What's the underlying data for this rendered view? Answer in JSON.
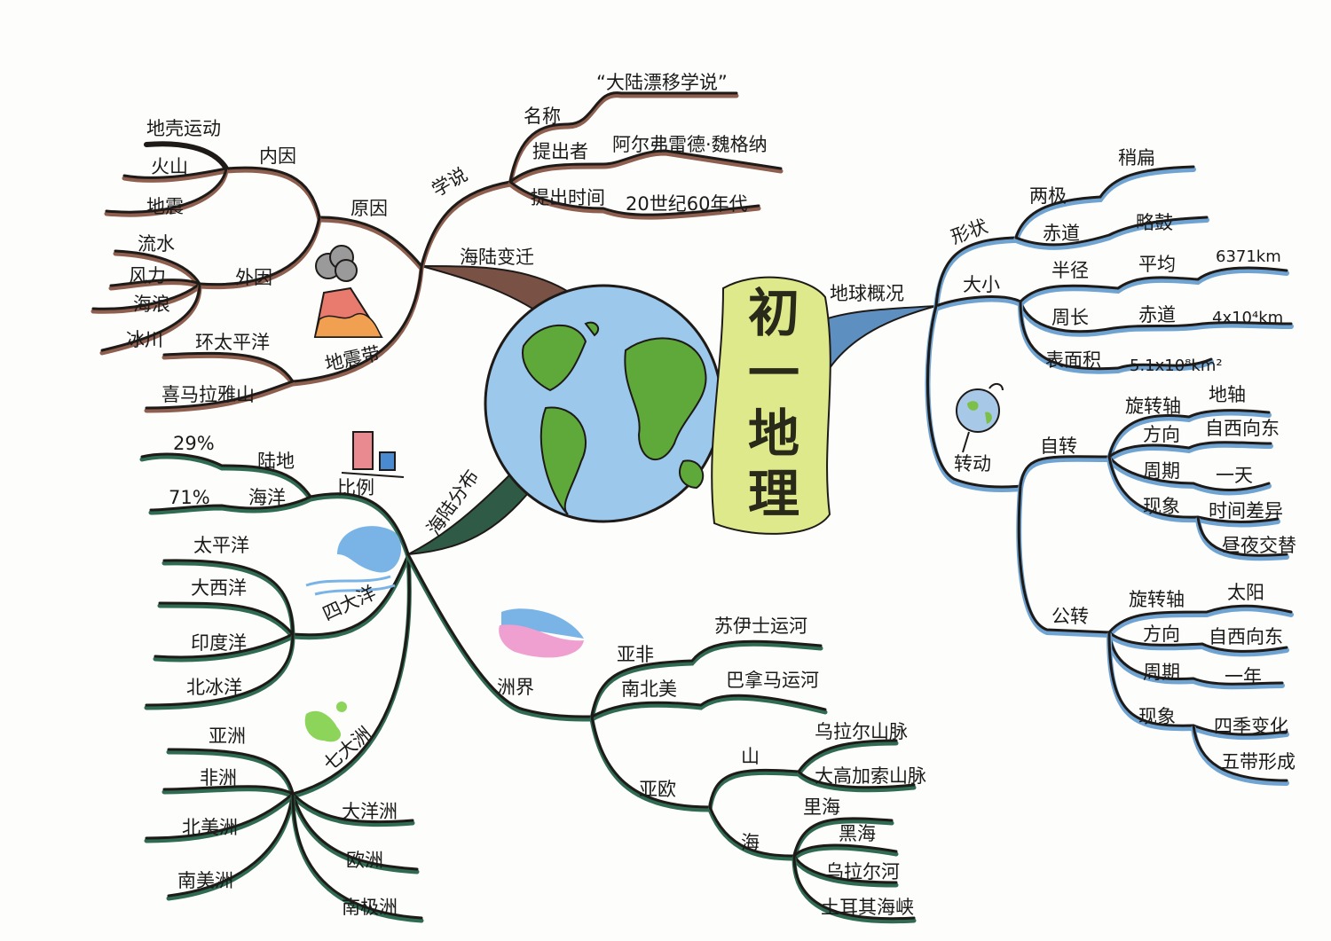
{
  "title": {
    "chars": [
      "初",
      "一",
      "地",
      "理"
    ],
    "text": "初一地理",
    "box_color": "#dde98a"
  },
  "colors": {
    "brown": "#8e5e4e",
    "blue": "#6fa3d2",
    "green": "#2f6b52",
    "globe_ocean": "#8fc0e8",
    "globe_land": "#5fa83a"
  },
  "sea_land_change": {
    "label": "海陆变迁",
    "theory": {
      "label": "学说",
      "name_label": "名称",
      "name_value": "“大陆漂移学说”",
      "proposer_label": "提出者",
      "proposer_value": "阿尔弗雷德·魏格纳",
      "time_label": "提出时间",
      "time_value": "20世纪60年代"
    },
    "cause": {
      "label": "原因",
      "internal": {
        "label": "内因",
        "items": [
          "地壳运动",
          "火山",
          "地震"
        ]
      },
      "external": {
        "label": "外因",
        "items": [
          "流水",
          "风力",
          "海浪",
          "冰川"
        ]
      }
    },
    "seismic_belt": {
      "label": "地震带",
      "items": [
        "环太平洋",
        "喜马拉雅山"
      ]
    }
  },
  "earth_overview": {
    "label": "地球概况",
    "shape": {
      "label": "形状",
      "poles": "两极",
      "poles_value": "稍扁",
      "equator": "赤道",
      "equator_value": "略鼓"
    },
    "size": {
      "label": "大小",
      "radius": "半径",
      "radius_sub": "平均",
      "radius_value": "6371km",
      "circumference": "周长",
      "circumference_sub": "赤道",
      "circumference_value": "4x10⁴km",
      "area": "表面积",
      "area_value": "5.1x10⁸km²"
    },
    "motion": {
      "label": "转动",
      "rotation": {
        "label": "自转",
        "axis": "旋转轴",
        "axis_value": "地轴",
        "direction": "方向",
        "direction_value": "自西向东",
        "period": "周期",
        "period_value": "一天",
        "phenomena": "现象",
        "phenomena_values": [
          "时间差异",
          "昼夜交替"
        ]
      },
      "revolution": {
        "label": "公转",
        "axis": "旋转轴",
        "axis_value": "太阳",
        "direction": "方向",
        "direction_value": "自西向东",
        "period": "周期",
        "period_value": "一年",
        "phenomena": "现象",
        "phenomena_values": [
          "四季变化",
          "五带形成"
        ]
      }
    }
  },
  "sea_land_distribution": {
    "label": "海陆分布",
    "ratio": {
      "label": "比例",
      "land": "陆地",
      "land_value": "29%",
      "ocean": "海洋",
      "ocean_value": "71%"
    },
    "oceans": {
      "label": "四大洋",
      "items": [
        "太平洋",
        "大西洋",
        "印度洋",
        "北冰洋"
      ]
    },
    "continents": {
      "label": "七大洲",
      "items": [
        "亚洲",
        "非洲",
        "北美洲",
        "南美洲",
        "大洋洲",
        "欧洲",
        "南极洲"
      ]
    },
    "boundaries": {
      "label": "洲界",
      "asia_africa": "亚非",
      "asia_africa_value": "苏伊士运河",
      "americas": "南北美",
      "americas_value": "巴拿马运河",
      "eurasia": {
        "label": "亚欧",
        "mountains": "山",
        "mountain_items": [
          "乌拉尔山脉",
          "大高加索山脉"
        ],
        "seas": "海",
        "sea_items": [
          "里海",
          "黑海",
          "乌拉尔河",
          "土耳其海峡"
        ]
      }
    }
  }
}
